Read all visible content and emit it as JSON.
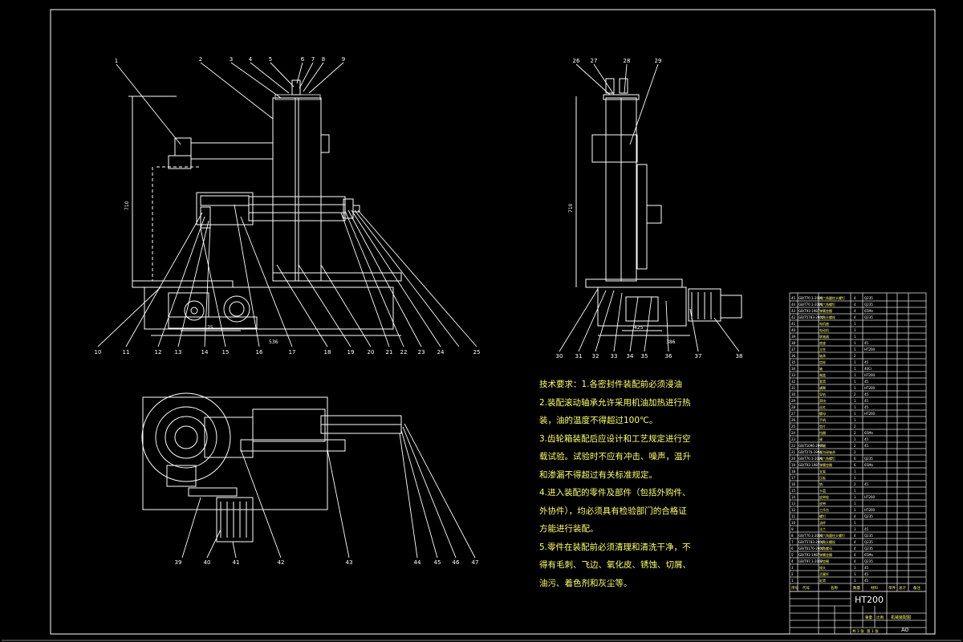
{
  "drawing": {
    "colors": {
      "background": "#000000",
      "line": "#ffffff",
      "text": "#ffff66",
      "accent_dim": "#bbbbbb"
    },
    "part_callouts": {
      "front_top": [
        "1",
        "2",
        "3",
        "4",
        "5",
        "6",
        "7",
        "8",
        "9"
      ],
      "front_bottom": [
        "10",
        "11",
        "12",
        "13",
        "14",
        "15",
        "16",
        "17",
        "18",
        "19",
        "20",
        "21",
        "22",
        "23",
        "24",
        "25"
      ],
      "side_top": [
        "26",
        "27",
        "28",
        "29"
      ],
      "side_bottom": [
        "30",
        "31",
        "32",
        "33",
        "34",
        "35",
        "36",
        "37",
        "38"
      ],
      "plan_bottom": [
        "39",
        "40",
        "41",
        "42",
        "43",
        "44",
        "45",
        "46",
        "47"
      ]
    },
    "dimensions": {
      "height_front": "710",
      "width_front": "536",
      "offset_front": "75",
      "height_side": "710",
      "width_side": "386",
      "offset_side": "425"
    },
    "technical_requirements": [
      "技术要求：1.各密封件装配前必须浸油",
      "2.装配滚动轴承允许采用机油加热进行热",
      "装，油的温度不得超过100℃。",
      "3.齿轮箱装配后应设计和工艺规定进行空",
      "载试验。试验时不应有冲击、噪声，温升",
      "和渗漏不得超过有关标准规定。",
      "4.进入装配的零件及部件（包括外购件、",
      "外协件），均必须具有检验部门的合格证",
      "方能进行装配。",
      "5.零件在装配前必须清理和清洗干净，不",
      "得有毛刺、飞边、氧化皮、锈蚀、切屑、",
      "油污、着色剂和灰尘等。"
    ],
    "title_block": {
      "material": "HT200",
      "sheet_size": "A0",
      "drawing_name": "机械装配图",
      "header_cols": [
        "序号",
        "代号",
        "名称",
        "数量",
        "材料",
        "单件",
        "总计",
        "备注"
      ],
      "weight_label": "重量",
      "scale_label": "比例",
      "sheets": "共 1 张",
      "sheet_no": "第 1 张"
    },
    "bom_rows": [
      {
        "code": "GB/T70.1-2000",
        "name": "内六角圆柱头螺钉",
        "qty": "4",
        "mat": "Q235"
      },
      {
        "code": "GB/T70.1-2000",
        "name": "内六角螺钉",
        "qty": "4",
        "mat": "Q235"
      },
      {
        "code": "GB/T93-1987",
        "name": "弹簧垫圈",
        "qty": "4",
        "mat": "65Mn"
      },
      {
        "code": "GB/T5783-2000",
        "name": "六角头螺栓",
        "qty": "4",
        "mat": "Q235"
      },
      {
        "code": "",
        "name": "电机座",
        "qty": "1",
        "mat": ""
      },
      {
        "code": "",
        "name": "电动机",
        "qty": "1",
        "mat": ""
      },
      {
        "code": "",
        "name": "联轴器",
        "qty": "1",
        "mat": ""
      },
      {
        "code": "",
        "name": "底座",
        "qty": "1",
        "mat": "45"
      },
      {
        "code": "",
        "name": "立柱",
        "qty": "1",
        "mat": "HT200"
      },
      {
        "code": "",
        "name": "轴承",
        "qty": "2",
        "mat": ""
      },
      {
        "code": "",
        "name": "齿轮",
        "qty": "1",
        "mat": "45"
      },
      {
        "code": "",
        "name": "轴",
        "qty": "1",
        "mat": "40Cr"
      },
      {
        "code": "",
        "name": "端盖",
        "qty": "1",
        "mat": "HT200"
      },
      {
        "code": "",
        "name": "套筒",
        "qty": "1",
        "mat": "45"
      },
      {
        "code": "",
        "name": "横臂",
        "qty": "1",
        "mat": "HT200"
      },
      {
        "code": "",
        "name": "导轨",
        "qty": "2",
        "mat": "45"
      },
      {
        "code": "",
        "name": "滑块",
        "qty": "1",
        "mat": "45"
      },
      {
        "code": "",
        "name": "丝杠",
        "qty": "1",
        "mat": "45"
      },
      {
        "code": "",
        "name": "螺母",
        "qty": "1",
        "mat": "HT200"
      },
      {
        "code": "",
        "name": "手柄",
        "qty": "1",
        "mat": ""
      },
      {
        "code": "",
        "name": "垫片",
        "qty": "2",
        "mat": ""
      },
      {
        "code": "",
        "name": "挡圈",
        "qty": "2",
        "mat": "65Mn"
      },
      {
        "code": "",
        "name": "键",
        "qty": "1",
        "mat": "45"
      },
      {
        "code": "GB/T1096-2003",
        "name": "平键",
        "qty": "2",
        "mat": "45"
      },
      {
        "code": "GB/T276-1994",
        "name": "深沟球轴承",
        "qty": "2",
        "mat": ""
      },
      {
        "code": "GB/T70.1-2000",
        "name": "内六角螺钉",
        "qty": "6",
        "mat": "Q235"
      },
      {
        "code": "GB/T93-1987",
        "name": "弹簧垫圈",
        "qty": "6",
        "mat": "65Mn"
      },
      {
        "code": "",
        "name": "支架",
        "qty": "1",
        "mat": ""
      },
      {
        "code": "",
        "name": "压板",
        "qty": "1",
        "mat": ""
      },
      {
        "code": "",
        "name": "销",
        "qty": "2",
        "mat": "45"
      },
      {
        "code": "",
        "name": "卡盘",
        "qty": "1",
        "mat": ""
      },
      {
        "code": "",
        "name": "皮带轮",
        "qty": "1",
        "mat": "HT200"
      },
      {
        "code": "",
        "name": "皮带",
        "qty": "1",
        "mat": ""
      },
      {
        "code": "",
        "name": "工作台",
        "qty": "1",
        "mat": "HT200"
      },
      {
        "code": "",
        "name": "螺钉",
        "qty": "4",
        "mat": "Q235"
      },
      {
        "code": "",
        "name": "油杯",
        "qty": "1",
        "mat": ""
      },
      {
        "code": "",
        "name": "法兰",
        "qty": "1",
        "mat": "45"
      },
      {
        "code": "GB/T70.1-2000",
        "name": "内六角圆柱头螺钉",
        "qty": "4",
        "mat": "Q235"
      },
      {
        "code": "GB/T5783-2000",
        "name": "六角头螺栓",
        "qty": "4",
        "mat": "Q235"
      },
      {
        "code": "GB/T6170-2000",
        "name": "六角螺母",
        "qty": "4",
        "mat": "Q235"
      },
      {
        "code": "GB/T93-1987",
        "name": "弹簧垫圈",
        "qty": "4",
        "mat": "65Mn"
      },
      {
        "code": "GB/T97.1-2002",
        "name": "平垫圈",
        "qty": "4",
        "mat": "Q235"
      },
      {
        "code": "",
        "name": "接头",
        "qty": "1",
        "mat": "45"
      },
      {
        "code": "",
        "name": "活塞杆",
        "qty": "1",
        "mat": "45"
      },
      {
        "code": "",
        "name": "缸筒",
        "qty": "1",
        "mat": "45"
      }
    ]
  }
}
